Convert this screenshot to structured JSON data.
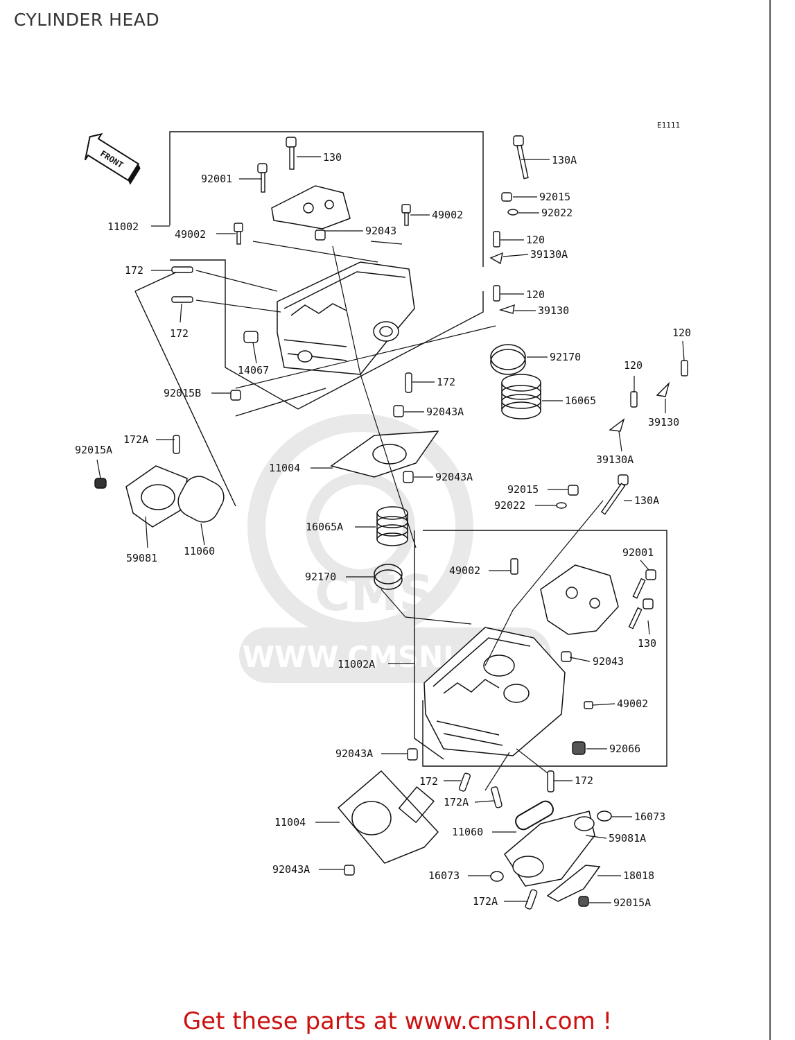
{
  "page": {
    "title": "CYLINDER HEAD",
    "diagram_code": "E1111",
    "front_label": "FRONT",
    "watermark_text": "WWW.CMSNL.COM",
    "watermark_logo": "CMS",
    "footer": "Get these parts at www.cmsnl.com !"
  },
  "parts": [
    {
      "id": "p130a",
      "label": "130"
    },
    {
      "id": "p92001a",
      "label": "92001"
    },
    {
      "id": "p11002",
      "label": "11002"
    },
    {
      "id": "p49002a",
      "label": "49002"
    },
    {
      "id": "p49002b",
      "label": "49002"
    },
    {
      "id": "p92043a",
      "label": "92043"
    },
    {
      "id": "p172a",
      "label": "172"
    },
    {
      "id": "p172b",
      "label": "172"
    },
    {
      "id": "p14067",
      "label": "14067"
    },
    {
      "id": "p92015B",
      "label": "92015B"
    },
    {
      "id": "p172c",
      "label": "172"
    },
    {
      "id": "p92043Aa",
      "label": "92043A"
    },
    {
      "id": "p11004a",
      "label": "11004"
    },
    {
      "id": "p92043Ab",
      "label": "92043A"
    },
    {
      "id": "p172Aa",
      "label": "172A"
    },
    {
      "id": "p92015A",
      "label": "92015A"
    },
    {
      "id": "p59081",
      "label": "59081"
    },
    {
      "id": "p11060a",
      "label": "11060"
    },
    {
      "id": "p130Aa",
      "label": "130A"
    },
    {
      "id": "p92015a",
      "label": "92015"
    },
    {
      "id": "p92022a",
      "label": "92022"
    },
    {
      "id": "p120a",
      "label": "120"
    },
    {
      "id": "p39130Aa",
      "label": "39130A"
    },
    {
      "id": "p120b",
      "label": "120"
    },
    {
      "id": "p39130a",
      "label": "39130"
    },
    {
      "id": "p92170a",
      "label": "92170"
    },
    {
      "id": "p16065",
      "label": "16065"
    },
    {
      "id": "p120c",
      "label": "120"
    },
    {
      "id": "p120d",
      "label": "120"
    },
    {
      "id": "p39130b",
      "label": "39130"
    },
    {
      "id": "p39130Ab",
      "label": "39130A"
    },
    {
      "id": "p92015b",
      "label": "92015"
    },
    {
      "id": "p92022b",
      "label": "92022"
    },
    {
      "id": "p130Ab",
      "label": "130A"
    },
    {
      "id": "p16065A",
      "label": "16065A"
    },
    {
      "id": "p92170b",
      "label": "92170"
    },
    {
      "id": "p49002c",
      "label": "49002"
    },
    {
      "id": "p92001b",
      "label": "92001"
    },
    {
      "id": "p130b",
      "label": "130"
    },
    {
      "id": "p92043b",
      "label": "92043"
    },
    {
      "id": "p11002A",
      "label": "11002A"
    },
    {
      "id": "p49002d",
      "label": "49002"
    },
    {
      "id": "p92066",
      "label": "92066"
    },
    {
      "id": "p92043Ac",
      "label": "92043A"
    },
    {
      "id": "p172d",
      "label": "172"
    },
    {
      "id": "p172e",
      "label": "172"
    },
    {
      "id": "p172Ab",
      "label": "172A"
    },
    {
      "id": "p11004b",
      "label": "11004"
    },
    {
      "id": "p11060b",
      "label": "11060"
    },
    {
      "id": "p16073a",
      "label": "16073"
    },
    {
      "id": "p59081A",
      "label": "59081A"
    },
    {
      "id": "p16073b",
      "label": "16073"
    },
    {
      "id": "p18018",
      "label": "18018"
    },
    {
      "id": "p92043Ad",
      "label": "92043A"
    },
    {
      "id": "p172Ac",
      "label": "172A"
    },
    {
      "id": "p92015Ab",
      "label": "92015A"
    }
  ]
}
